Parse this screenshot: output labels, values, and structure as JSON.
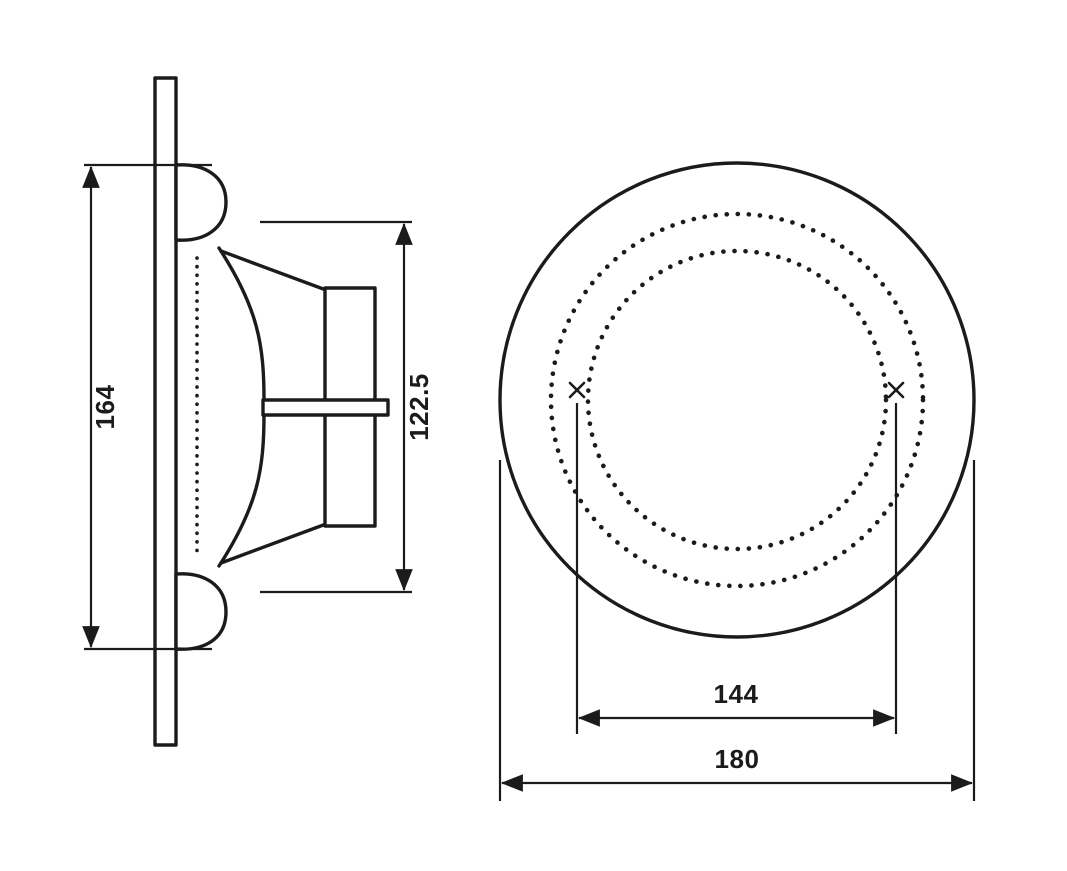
{
  "canvas": {
    "background": "#ffffff",
    "ink": "#1b1b1b"
  },
  "drawing": {
    "views": {
      "side": {
        "dim_overall_height": "164",
        "dim_rear_depth": "122.5"
      },
      "front": {
        "dim_hole_spacing": "144",
        "dim_outer_diameter": "180"
      }
    }
  }
}
